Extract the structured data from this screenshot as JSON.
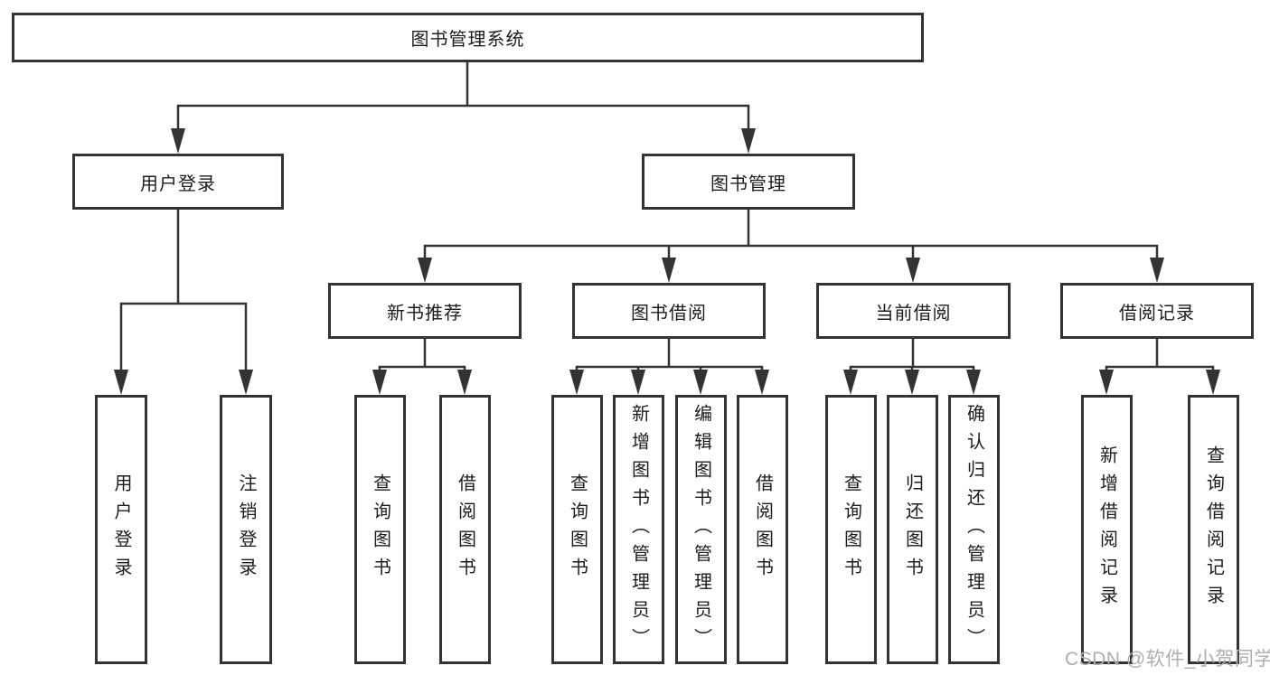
{
  "tree": {
    "root": "图书管理系统",
    "branches": [
      {
        "label": "用户登录",
        "children": [
          {
            "label": "用户登录"
          },
          {
            "label": "注销登录"
          }
        ]
      },
      {
        "label": "图书管理",
        "children": [
          {
            "label": "新书推荐",
            "children": [
              {
                "label": "查询图书"
              },
              {
                "label": "借阅图书"
              }
            ]
          },
          {
            "label": "图书借阅",
            "children": [
              {
                "label": "查询图书"
              },
              {
                "label": "新增图书（管理员）"
              },
              {
                "label": "编辑图书（管理员）"
              },
              {
                "label": "借阅图书"
              }
            ]
          },
          {
            "label": "当前借阅",
            "children": [
              {
                "label": "查询图书"
              },
              {
                "label": "归还图书"
              },
              {
                "label": "确认归还（管理员）"
              }
            ]
          },
          {
            "label": "借阅记录",
            "children": [
              {
                "label": "新增借阅记录"
              },
              {
                "label": "查询借阅记录"
              }
            ]
          }
        ]
      }
    ]
  },
  "watermark": "CSDN @软件_小贺同学",
  "colors": {
    "line": "#333333",
    "text": "#1c1c1c",
    "background": "#ffffff",
    "watermark": "#aeaeae"
  }
}
